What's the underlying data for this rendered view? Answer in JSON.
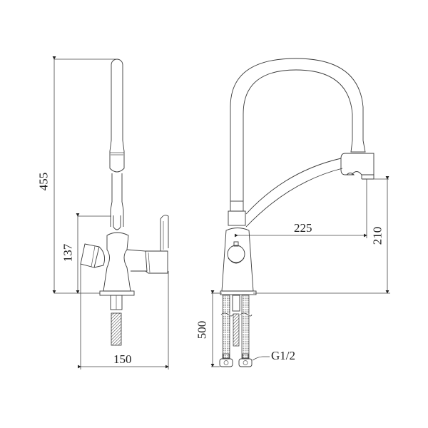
{
  "diagram": {
    "title": "Faucet dimensional drawing",
    "views": [
      "side-view",
      "front-view"
    ],
    "dimensions": {
      "total_height": "455",
      "body_height": "137",
      "side_width": "150",
      "spout_reach": "225",
      "spout_height": "210",
      "hose_length": "500",
      "connection_thread": "G1/2"
    },
    "colors": {
      "line": "#3a3a3a",
      "background": "#ffffff",
      "hatch": "#555555"
    }
  }
}
